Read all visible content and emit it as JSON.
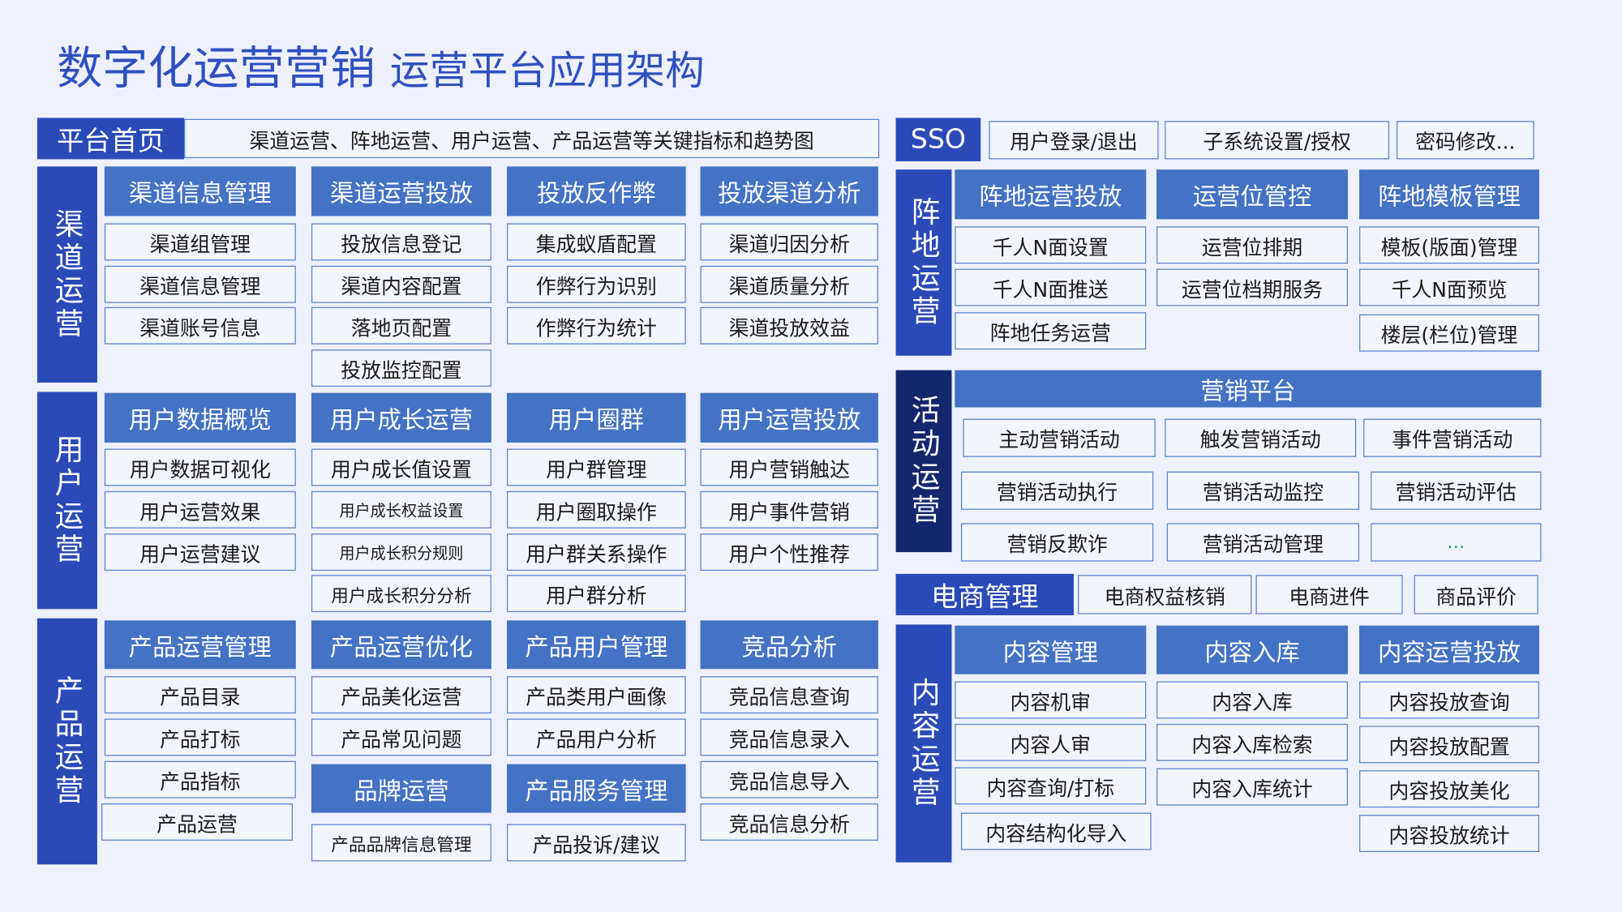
{
  "title": {
    "main": "数字化运营营销",
    "sub": "运营平台应用架构"
  },
  "homepage": {
    "label": "平台首页",
    "description": "渠道运营、阵地运营、用户运营、产品运营等关键指标和趋势图"
  },
  "sso": {
    "label": "SSO",
    "items": [
      "用户登录/退出",
      "子系统设置/授权",
      "密码修改..."
    ]
  },
  "channel_ops": {
    "label": "渠道运营",
    "columns": [
      {
        "header": "渠道信息管理",
        "items": [
          "渠道组管理",
          "渠道信息管理",
          "渠道账号信息"
        ]
      },
      {
        "header": "渠道运营投放",
        "items": [
          "投放信息登记",
          "渠道内容配置",
          "落地页配置",
          "投放监控配置"
        ]
      },
      {
        "header": "投放反作弊",
        "items": [
          "集成蚁盾配置",
          "作弊行为识别",
          "作弊行为统计"
        ]
      },
      {
        "header": "投放渠道分析",
        "items": [
          "渠道归因分析",
          "渠道质量分析",
          "渠道投放效益"
        ]
      }
    ]
  },
  "user_ops": {
    "label": "用户运营",
    "columns": [
      {
        "header": "用户数据概览",
        "items": [
          "用户数据可视化",
          "用户运营效果",
          "用户运营建议"
        ]
      },
      {
        "header": "用户成长运营",
        "items": [
          "用户成长值设置",
          "用户成长权益设置",
          "用户成长积分规则",
          "用户成长积分分析"
        ]
      },
      {
        "header": "用户圈群",
        "items": [
          "用户群管理",
          "用户圈取操作",
          "用户群关系操作",
          "用户群分析"
        ]
      },
      {
        "header": "用户运营投放",
        "items": [
          "用户营销触达",
          "用户事件营销",
          "用户个性推荐"
        ]
      }
    ]
  },
  "product_ops": {
    "label": "产品运营",
    "columns": [
      {
        "header": "产品运营管理",
        "items": [
          "产品目录",
          "产品打标",
          "产品指标",
          "产品运营"
        ]
      },
      {
        "header": "产品运营优化",
        "items": [
          "产品美化运营",
          "产品常见问题"
        ],
        "sub": {
          "header": "品牌运营",
          "items": [
            "产品品牌信息管理"
          ]
        }
      },
      {
        "header": "产品用户管理",
        "items": [
          "产品类用户画像",
          "产品用户分析"
        ],
        "sub": {
          "header": "产品服务管理",
          "items": [
            "产品投诉/建议"
          ]
        }
      },
      {
        "header": "竞品分析",
        "items": [
          "竞品信息查询",
          "竞品信息录入",
          "竞品信息导入",
          "竞品信息分析"
        ]
      }
    ]
  },
  "position_ops": {
    "label": "阵地运营",
    "columns": [
      {
        "header": "阵地运营投放",
        "items": [
          "千人N面设置",
          "千人N面推送",
          "阵地任务运营"
        ]
      },
      {
        "header": "运营位管控",
        "items": [
          "运营位排期",
          "运营位档期服务"
        ]
      },
      {
        "header": "阵地模板管理",
        "items": [
          "模板(版面)管理",
          "千人N面预览",
          "楼层(栏位)管理"
        ]
      }
    ]
  },
  "activity_ops": {
    "label": "活动运营",
    "platform": "营销平台",
    "items": [
      "主动营销活动",
      "触发营销活动",
      "事件营销活动",
      "营销活动执行",
      "营销活动监控",
      "营销活动评估",
      "营销反欺诈",
      "营销活动管理",
      "..."
    ]
  },
  "ecommerce": {
    "label": "电商管理",
    "items": [
      "电商权益核销",
      "电商进件",
      "商品评价"
    ]
  },
  "content_ops": {
    "label": "内容运营",
    "columns": [
      {
        "header": "内容管理",
        "items": [
          "内容机审",
          "内容人审",
          "内容查询/打标",
          "内容结构化导入"
        ]
      },
      {
        "header": "内容入库",
        "items": [
          "内容入库",
          "内容入库检索",
          "内容入库统计"
        ]
      },
      {
        "header": "内容运营投放",
        "items": [
          "内容投放查询",
          "内容投放配置",
          "内容投放美化",
          "内容投放统计"
        ]
      }
    ]
  },
  "colors": {
    "background": "#eef1fb",
    "title": "#2f50c0",
    "section_label": "#2a4ab8",
    "activity_label": "#13276f",
    "module_header": "#4472c4",
    "box_border": "#5a82cf",
    "ellipsis": "#2fa36b"
  }
}
